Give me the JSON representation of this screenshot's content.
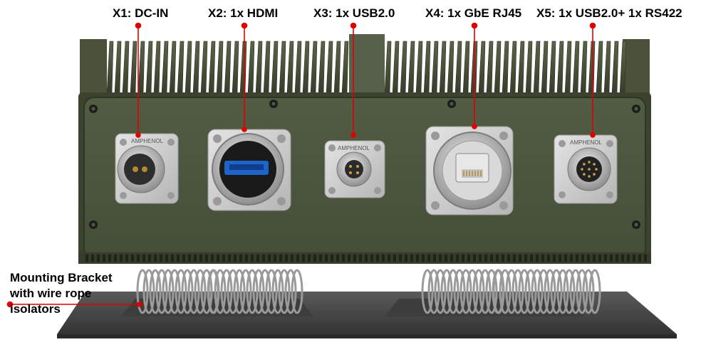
{
  "callouts": [
    {
      "id": "x1",
      "text": "X1: DC-IN"
    },
    {
      "id": "x2",
      "text": "X2: 1x HDMI"
    },
    {
      "id": "x3",
      "text": "X3: 1x USB2.0"
    },
    {
      "id": "x4",
      "text": "X4: 1x GbE RJ45"
    },
    {
      "id": "x5",
      "text": "X5: 1x USB2.0+ 1x RS422"
    }
  ],
  "bracket": {
    "line1": "Mounting Bracket",
    "line2": "with wire rope",
    "line3": "isolators"
  },
  "connector_brand": "AMPHENOL",
  "colors": {
    "callout_red": "#e00000",
    "chassis_green": "#4f5840",
    "chassis_dark": "#3a4230",
    "panel_plate": "#cfcfcf",
    "hdmi_blue": "#1d63c8",
    "bracket_gray": "#4c4c4c"
  }
}
